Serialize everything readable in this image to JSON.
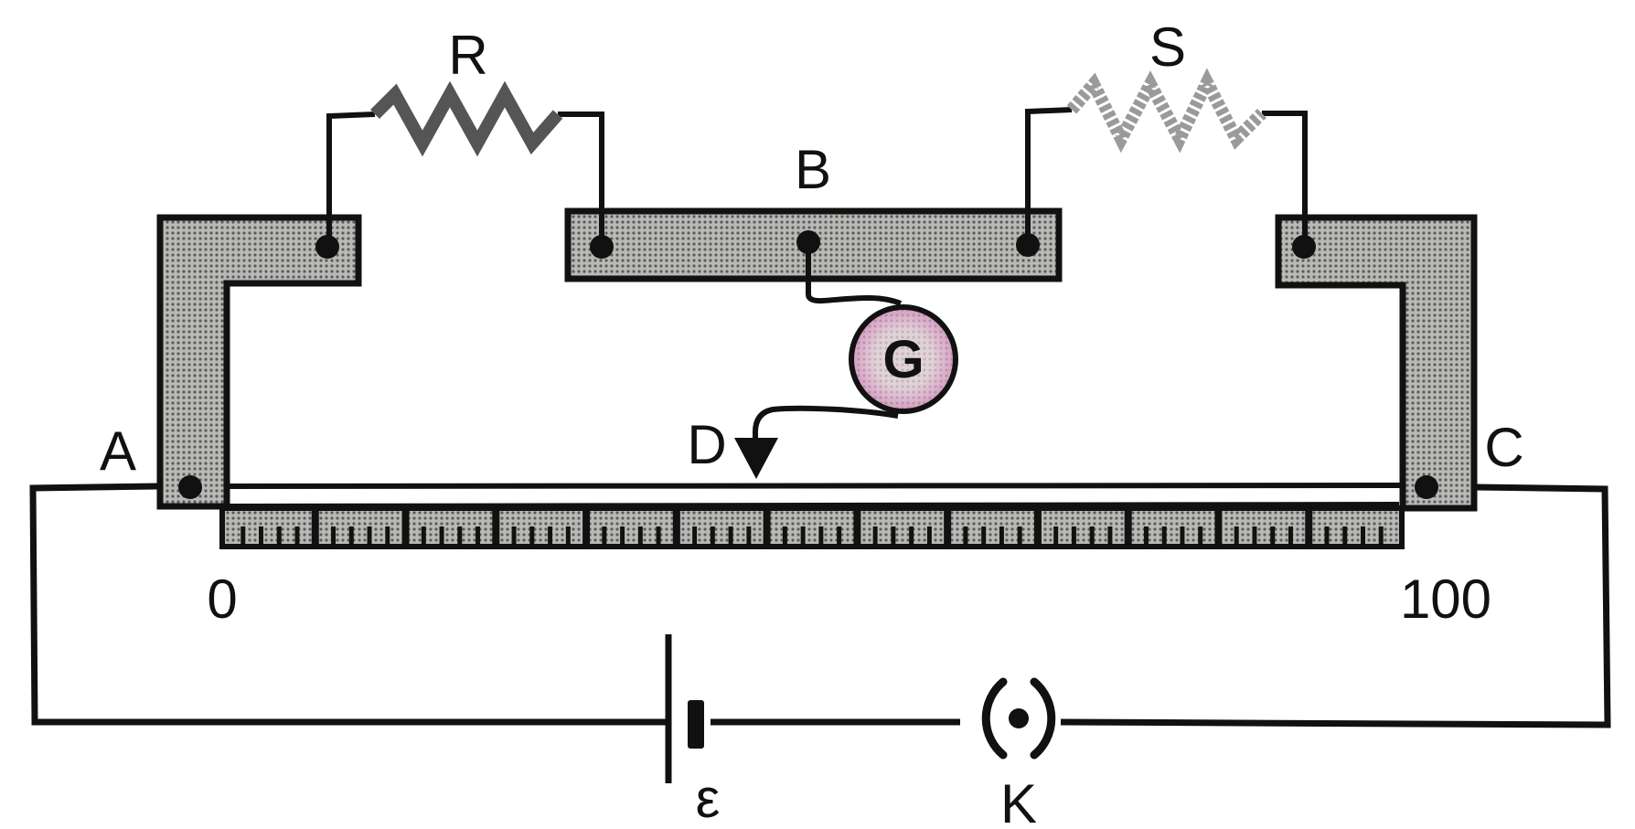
{
  "diagram": {
    "title": "Meter bridge (Wheatstone bridge) circuit",
    "colors": {
      "wire": "#111111",
      "strip_fill": "#8f8f8f",
      "background": "#ffffff",
      "galvanometer_ring": "#c98fb4",
      "galvanometer_center": "#dcdcd8"
    },
    "labels": {
      "resistor_left": "R",
      "resistor_right": "S",
      "middle_strip": "B",
      "galvanometer": "G",
      "jockey": "D",
      "left_end": "A",
      "right_end": "C",
      "scale_start": "0",
      "scale_end": "100",
      "cell": "ε",
      "key": "K"
    },
    "scale": {
      "major_divisions": 13,
      "minor_per_major": 5,
      "start": 0,
      "end": 100
    },
    "components": [
      {
        "id": "R",
        "type": "resistor",
        "between": [
          "A-strip",
          "B-strip"
        ]
      },
      {
        "id": "S",
        "type": "resistor",
        "between": [
          "B-strip",
          "C-strip"
        ]
      },
      {
        "id": "G",
        "type": "galvanometer",
        "between": [
          "B",
          "D"
        ]
      },
      {
        "id": "D",
        "type": "jockey",
        "on": "wire AC"
      },
      {
        "id": "ε",
        "type": "cell",
        "in": "external circuit"
      },
      {
        "id": "K",
        "type": "plug-key",
        "in": "external circuit"
      }
    ]
  }
}
